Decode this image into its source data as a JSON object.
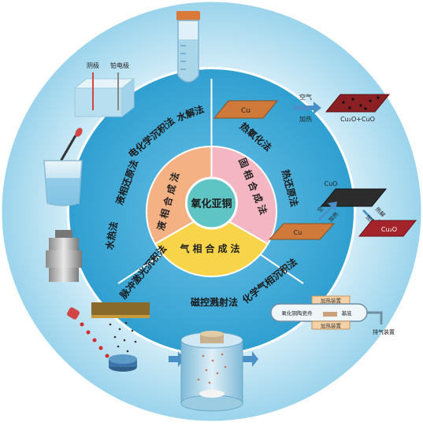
{
  "center": {
    "label": "氧化亚铜"
  },
  "inner_sectors": [
    {
      "key": "liquid",
      "label": "液相合成法",
      "color": "#f4b183"
    },
    {
      "key": "solid",
      "label": "固相合成法",
      "color": "#f4b6c2"
    },
    {
      "key": "gas",
      "label": "气相合成法",
      "color": "#f7d44a"
    }
  ],
  "methods": {
    "hydrolysis": "水解法",
    "electrodeposition": "电化学沉积法",
    "liquid_reduction": "液相还原法",
    "hydrothermal": "水热法",
    "thermal_oxidation": "热氧化法",
    "thermal_reduction": "热还原法",
    "pulsed_laser": "脉冲激光沉积法",
    "sputtering": "磁控溅射法",
    "cvd": "化学气相沉积法"
  },
  "electrode": {
    "cathode": "阴极",
    "platinum": "铂电极"
  },
  "oxidation": {
    "cu": "Cu",
    "air": "空气",
    "heat": "加热",
    "product": "Cu₂O+CuO"
  },
  "reduction": {
    "cuo": "CuO",
    "cu": "Cu",
    "cu2o": "Cu₂O",
    "air": "空气",
    "heat1": "加热",
    "decomp": "热解",
    "heat2": "加热"
  },
  "cvd": {
    "heater_top": "加热装置",
    "heater_bottom": "加热装置",
    "precursor": "氧化铜陶瓷舟",
    "substrate": "基底",
    "exhaust": "排气装置"
  },
  "colors": {
    "outer": "#6fc3e0",
    "middle": "#3fa9d6",
    "ring_light": "#ffffff",
    "center_circle": "#5fc4c4"
  }
}
